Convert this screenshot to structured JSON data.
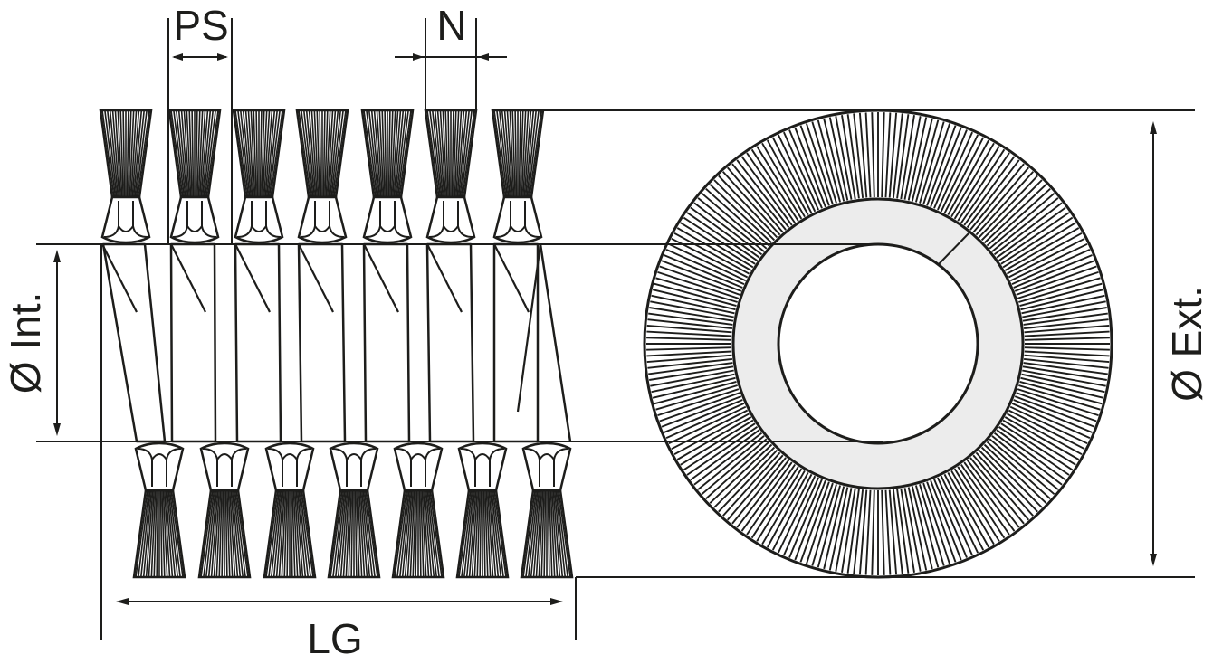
{
  "labels": {
    "pitch": "PS",
    "tuft_width": "N",
    "inner_diameter": "Ø Int.",
    "outer_diameter": "Ø Ext.",
    "length": "LG"
  },
  "colors": {
    "ink": "#1d1d1b",
    "ring": "#ececec",
    "background": "#ffffff"
  }
}
